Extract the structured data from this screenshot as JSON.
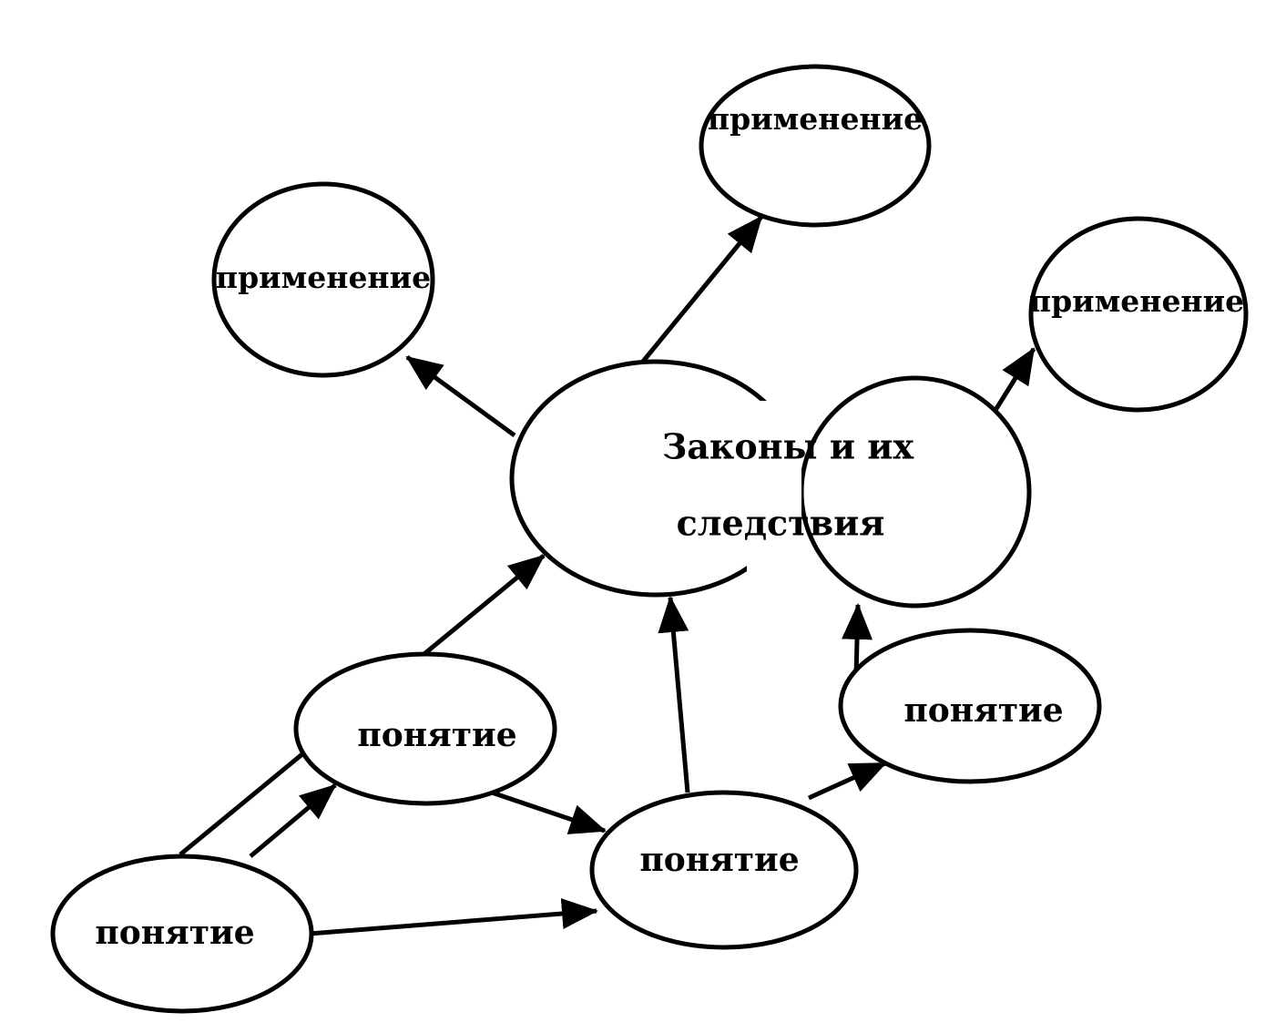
{
  "diagram": {
    "type": "concept-map",
    "stroke_color": "#000000",
    "background_color": "#ffffff",
    "nodes": {
      "laws": {
        "lines": [
          "Законы и их",
          "следствия"
        ]
      },
      "application_top": {
        "label": "применение"
      },
      "application_left": {
        "label": "применение"
      },
      "application_right": {
        "label": "применение"
      },
      "concept_middle": {
        "label": "понятие"
      },
      "concept_right": {
        "label": "понятие"
      },
      "concept_bottom_center": {
        "label": "понятие"
      },
      "concept_bottom_left": {
        "label": "понятие"
      }
    },
    "edges": [
      {
        "from": "laws",
        "to": "application_left"
      },
      {
        "from": "laws",
        "to": "application_top"
      },
      {
        "from": "laws",
        "to": "application_right"
      },
      {
        "from": "concept_bottom_left",
        "to": "laws"
      },
      {
        "from": "concept_bottom_left",
        "to": "concept_middle"
      },
      {
        "from": "concept_bottom_left",
        "to": "concept_bottom_center"
      },
      {
        "from": "concept_middle",
        "to": "concept_bottom_center"
      },
      {
        "from": "concept_bottom_center",
        "to": "laws"
      },
      {
        "from": "concept_bottom_center",
        "to": "concept_right"
      },
      {
        "from": "concept_right",
        "to": "laws"
      }
    ]
  }
}
